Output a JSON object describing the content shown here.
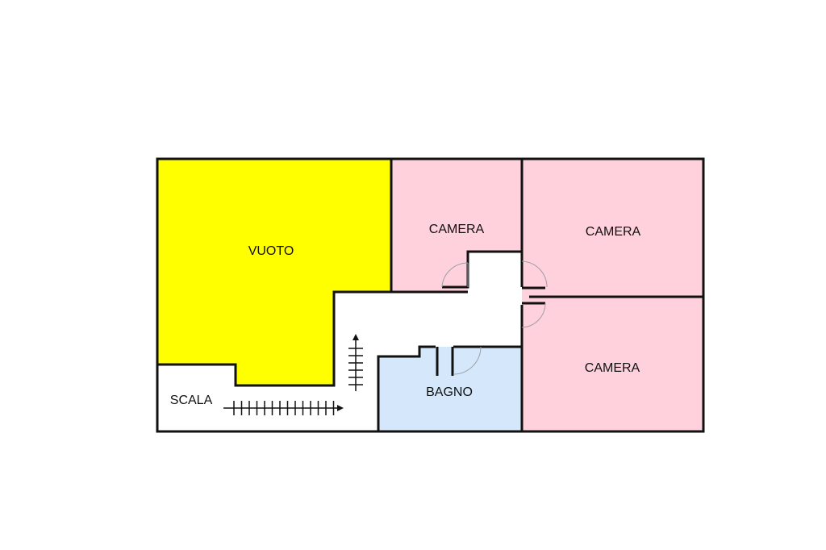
{
  "rooms": {
    "void": {
      "label": "VUOTO",
      "color": "#ffff00"
    },
    "bedroom_small": {
      "label": "CAMERA",
      "color": "#ffd1dc"
    },
    "bedroom_top_right": {
      "label": "CAMERA",
      "color": "#ffd1dc"
    },
    "bedroom_bottom_right": {
      "label": "CAMERA",
      "color": "#ffd1dc"
    },
    "bathroom": {
      "label": "BAGNO",
      "color": "#d5e8fb"
    },
    "stairs": {
      "label": "SCALA",
      "color": "#ffffff"
    }
  },
  "colors": {
    "wall": "#111111",
    "door_swing": "#9aa0a6"
  }
}
